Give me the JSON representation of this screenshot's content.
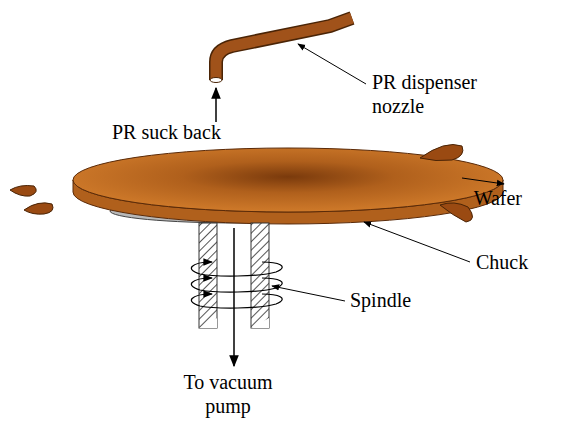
{
  "diagram": {
    "labels": [
      "PR dispenser nozzle",
      "PR suck back",
      "Wafer",
      "Chuck",
      "Spindle",
      "To vacuum pump"
    ]
  }
}
